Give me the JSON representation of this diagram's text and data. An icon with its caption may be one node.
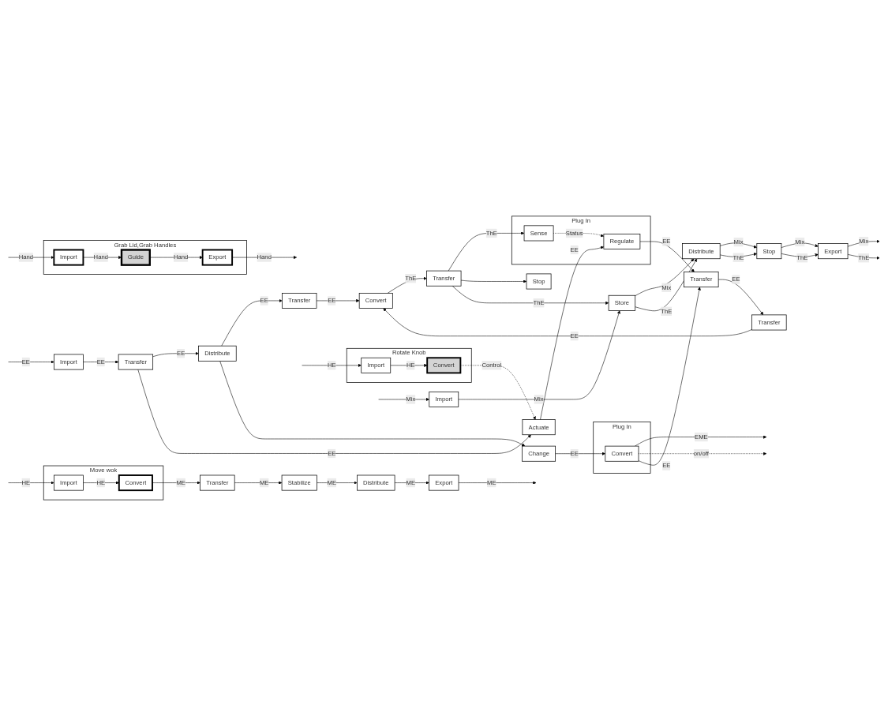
{
  "diagram": {
    "nodes": [
      {
        "text": [
          "Import"
        ]
      },
      {
        "text": [
          "Transfer"
        ]
      },
      {
        "text": [
          "Distribute"
        ]
      },
      {
        "text": [
          "Transfer"
        ]
      },
      {
        "text": [
          "Convert"
        ]
      },
      {
        "text": [
          "Transfer"
        ]
      },
      {
        "text": [
          "Plug In"
        ]
      },
      {
        "text": [
          "Sense"
        ],
        "in": 6
      },
      {
        "text": [
          "Stop"
        ]
      },
      {
        "text": [
          "Change"
        ]
      },
      {
        "text": [
          "Plug In"
        ]
      },
      {
        "text": [
          "Convert"
        ],
        "in": 10
      },
      {
        "text": [
          "Actuate"
        ]
      },
      {
        "text": [
          "Regulate"
        ],
        "in": 6
      },
      {
        "text": [
          "Transfer"
        ]
      },
      {
        "text": [
          "Transfer"
        ]
      },
      {
        "text": [
          "Rotate Knob"
        ]
      },
      {
        "text": [
          "Import"
        ],
        "in": 16
      },
      {
        "text": [
          "Convert"
        ],
        "in": 16
      },
      {
        "text": [
          "Move wok"
        ]
      },
      {
        "text": [
          "Import"
        ],
        "in": 19
      },
      {
        "text": [
          "Convert"
        ],
        "in": 19
      },
      {
        "text": [
          "Transfer"
        ]
      },
      {
        "text": [
          "Stabilize"
        ]
      },
      {
        "text": [
          "Distribute"
        ]
      },
      {
        "text": [
          "Export"
        ]
      },
      {
        "text": [
          "Grab Lid,Grab Handles"
        ]
      },
      {
        "text": [
          "Import"
        ],
        "in": 26
      },
      {
        "text": [
          "Guide"
        ],
        "in": 26
      },
      {
        "text": [
          "Export"
        ],
        "in": 26
      },
      {
        "text": [
          "Import"
        ]
      },
      {
        "text": [
          "Store"
        ]
      },
      {
        "text": [
          "Distribute"
        ]
      },
      {
        "text": [
          "Stop"
        ]
      },
      {
        "text": [
          "Export"
        ]
      }
    ],
    "edges": [
      {
        "from": null,
        "to": 0,
        "arrow": "to",
        "label": "EE"
      },
      {
        "from": 0,
        "to": 1,
        "arrow": "to",
        "label": "EE"
      },
      {
        "from": 1,
        "to": 2,
        "arrow": "to",
        "label": "EE"
      },
      {
        "from": 1,
        "to": 12,
        "arrow": "to",
        "label": "EE"
      },
      {
        "from": 2,
        "to": 3,
        "arrow": "to",
        "label": "EE"
      },
      {
        "from": 2,
        "to": 9,
        "arrow": "to"
      },
      {
        "from": 3,
        "to": 4,
        "arrow": "to",
        "label": "EE"
      },
      {
        "from": 4,
        "to": 5,
        "arrow": "to",
        "label": "ThE"
      },
      {
        "from": 5,
        "to": 7,
        "arrow": "to",
        "label": "ThE"
      },
      {
        "from": 5,
        "to": 8,
        "arrow": "to"
      },
      {
        "from": 5,
        "to": 31,
        "arrow": "to",
        "label": "ThE"
      },
      {
        "from": 9,
        "to": 11,
        "arrow": "to",
        "label": "EE"
      },
      {
        "from": 11,
        "to": null,
        "arrow": "to",
        "label": "EME"
      },
      {
        "from": 11,
        "to": null,
        "arrow": "to",
        "label": "on/off",
        "style": "dashed"
      },
      {
        "from": 11,
        "to": 14,
        "arrow": "to",
        "label": "EE"
      },
      {
        "from": 12,
        "to": 13,
        "arrow": "to",
        "label": "EE"
      },
      {
        "from": 13,
        "to": 14,
        "arrow": "to",
        "label": "EE"
      },
      {
        "from": 14,
        "to": 15,
        "arrow": "to",
        "label": "EE"
      },
      {
        "from": 15,
        "to": 4,
        "arrow": "to",
        "label": "EE"
      },
      {
        "from": 7,
        "to": 13,
        "arrow": "to",
        "label": "Status",
        "style": "dashed"
      },
      {
        "from": 18,
        "to": 12,
        "arrow": "to",
        "label": "Control",
        "style": "dashed"
      },
      {
        "from": null,
        "to": 17,
        "arrow": "to",
        "label": "HE"
      },
      {
        "from": 17,
        "to": 18,
        "arrow": "to",
        "label": "HE"
      },
      {
        "from": null,
        "to": 20,
        "arrow": "to",
        "label": "HE"
      },
      {
        "from": 20,
        "to": 21,
        "arrow": "to",
        "label": "HE"
      },
      {
        "from": 21,
        "to": 22,
        "arrow": "to",
        "label": "ME"
      },
      {
        "from": 22,
        "to": 23,
        "arrow": "to",
        "label": "ME"
      },
      {
        "from": 23,
        "to": 24,
        "arrow": "to",
        "label": "ME"
      },
      {
        "from": 24,
        "to": 25,
        "arrow": "to",
        "label": "ME"
      },
      {
        "from": 25,
        "to": null,
        "arrow": "to",
        "label": "ME"
      },
      {
        "from": null,
        "to": 27,
        "arrow": "to",
        "label": "Hand"
      },
      {
        "from": 27,
        "to": 28,
        "arrow": "to",
        "label": "Hand"
      },
      {
        "from": 28,
        "to": 29,
        "arrow": "to",
        "label": "Hand"
      },
      {
        "from": 29,
        "to": null,
        "arrow": "to",
        "label": "Hand"
      },
      {
        "from": null,
        "to": 30,
        "arrow": "to",
        "label": "Mix"
      },
      {
        "from": 30,
        "to": 31,
        "arrow": "to",
        "label": "Mix"
      },
      {
        "from": 31,
        "to": 32,
        "arrow": "to",
        "label": "Mix"
      },
      {
        "from": 31,
        "to": 32,
        "arrow": "to",
        "label": "ThE"
      },
      {
        "from": 32,
        "to": 33,
        "arrow": "to",
        "label": "Mix"
      },
      {
        "from": 32,
        "to": 33,
        "arrow": "to",
        "label": "ThE"
      },
      {
        "from": 33,
        "to": 34,
        "arrow": "to",
        "label": "Mix"
      },
      {
        "from": 33,
        "to": 34,
        "arrow": "to",
        "label": "ThE"
      },
      {
        "from": 34,
        "to": null,
        "arrow": "to",
        "label": "Mix"
      },
      {
        "from": 34,
        "to": null,
        "arrow": "to",
        "label": "ThE"
      }
    ]
  }
}
